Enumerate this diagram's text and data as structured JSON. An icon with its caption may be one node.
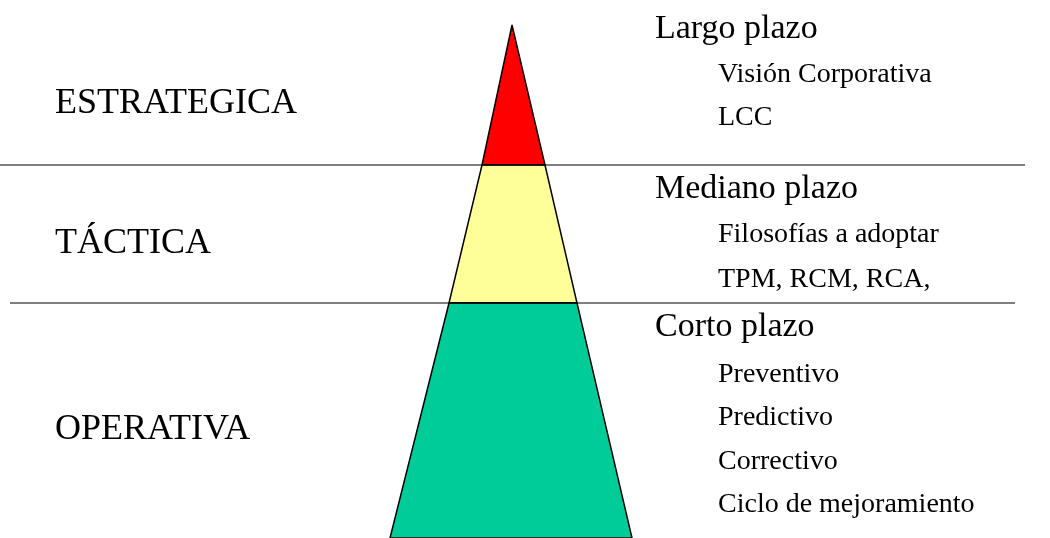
{
  "diagram": {
    "labels": [
      "ESTRATEGICA",
      "Largo plazo",
      "Visión Corporativa",
      "LCC",
      "TÁCTICA",
      "Mediano plazo",
      "Filosofías a adoptar",
      "TPM, RCM, RCA,",
      "OPERATIVA",
      "Corto plazo",
      "Preventivo",
      "Predictivo",
      "Correctivo",
      "Ciclo de mejoramiento"
    ]
  }
}
